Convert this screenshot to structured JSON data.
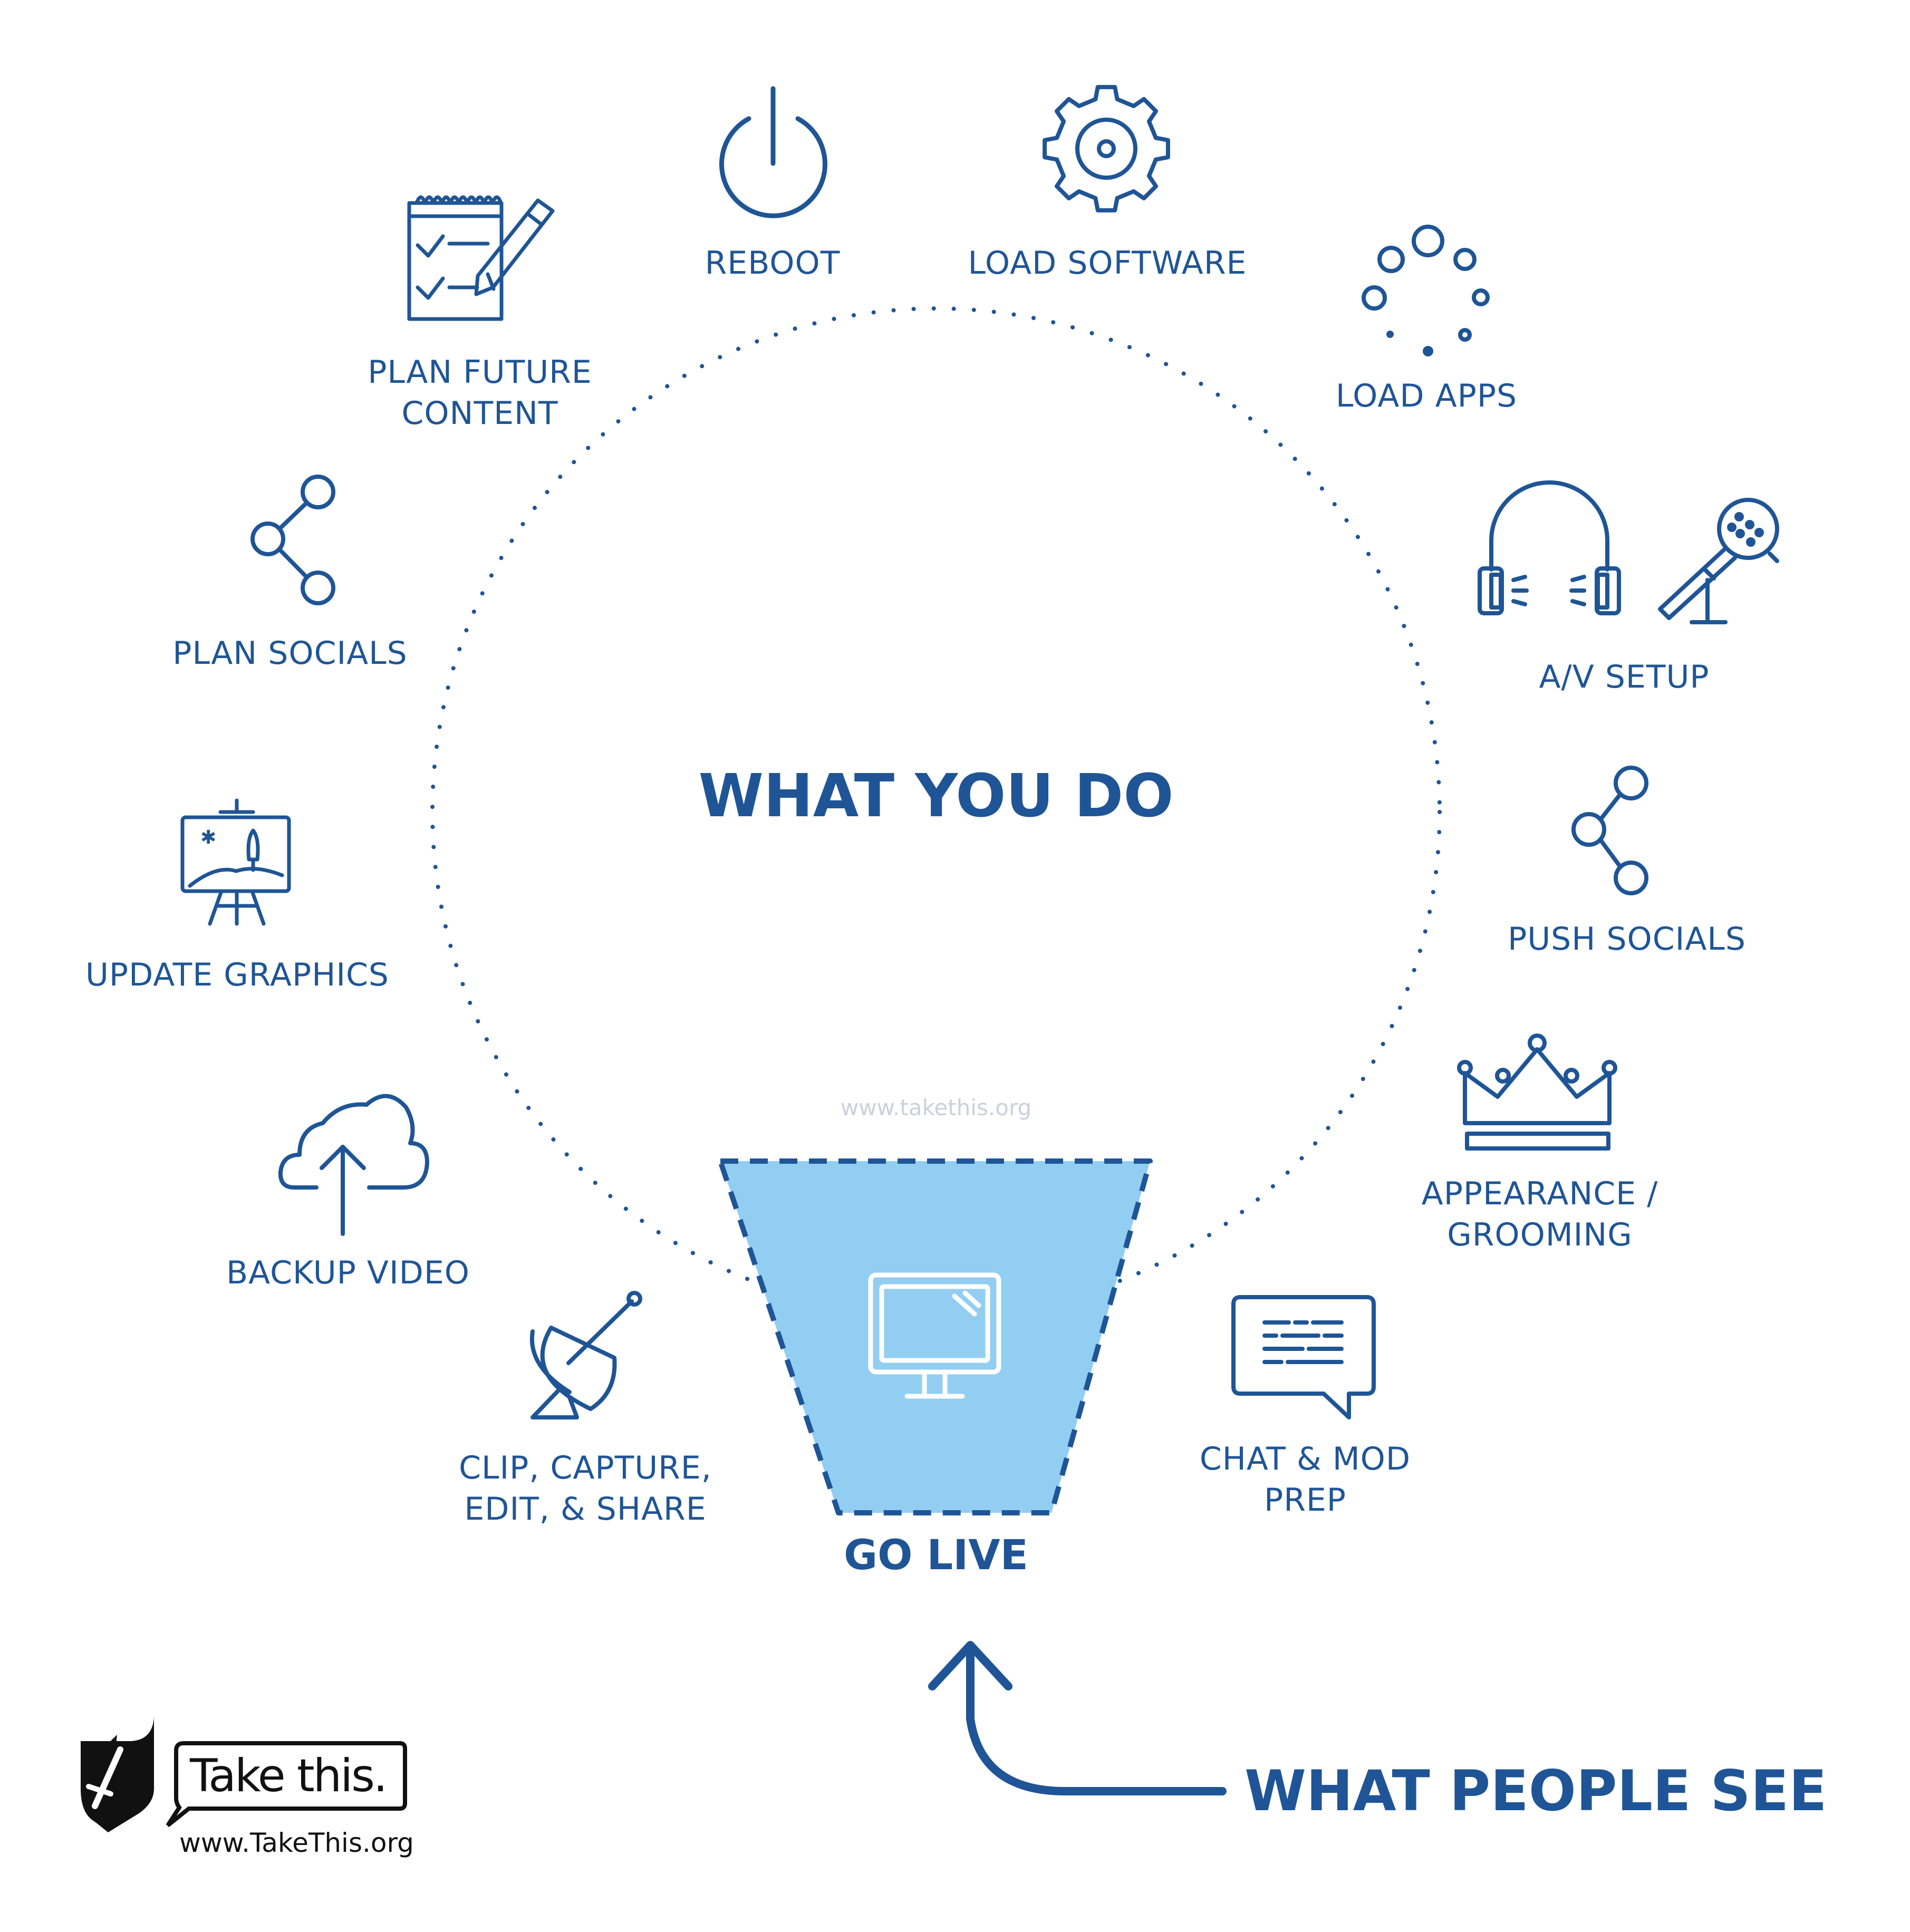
{
  "center_title": "WHAT YOU DO",
  "watermark": "www.takethis.org",
  "go_live": {
    "label": "GO LIVE",
    "icon": "monitor-icon"
  },
  "what_people_see": "WHAT PEOPLE SEE",
  "tasks": {
    "reboot": {
      "label": "REBOOT",
      "icon": "power-icon"
    },
    "load_software": {
      "label": "LOAD SOFTWARE",
      "icon": "gear-icon"
    },
    "load_apps": {
      "label": "LOAD APPS",
      "icon": "loading-dots-icon"
    },
    "av_setup": {
      "label": "A/V SETUP",
      "icon": "headphones-microphone-icon"
    },
    "push_socials": {
      "label": "PUSH SOCIALS",
      "icon": "share-icon"
    },
    "appearance": {
      "line1": "APPEARANCE /",
      "line2": "GROOMING",
      "icon": "crown-icon"
    },
    "chat_mod": {
      "line1": "CHAT & MOD",
      "line2": "PREP",
      "icon": "chat-bubble-icon"
    },
    "clip": {
      "line1": "CLIP, CAPTURE,",
      "line2": "EDIT, & SHARE",
      "icon": "satellite-dish-icon"
    },
    "backup_video": {
      "label": "BACKUP VIDEO",
      "icon": "cloud-upload-icon"
    },
    "update_graphics": {
      "label": "UPDATE GRAPHICS",
      "icon": "easel-icon"
    },
    "plan_socials": {
      "label": "PLAN SOCIALS",
      "icon": "share-icon"
    },
    "plan_content": {
      "line1": "PLAN FUTURE",
      "line2": "CONTENT",
      "icon": "notepad-pencil-icon"
    }
  },
  "logo": {
    "wordmark": "Take this.",
    "url": "www.TakeThis.org",
    "icon": "shield-sword-icon"
  },
  "colors": {
    "primary": "#1f5596",
    "funnel_fill": "#92cef2",
    "funnel_stroke": "#1f5596",
    "white": "#ffffff"
  }
}
